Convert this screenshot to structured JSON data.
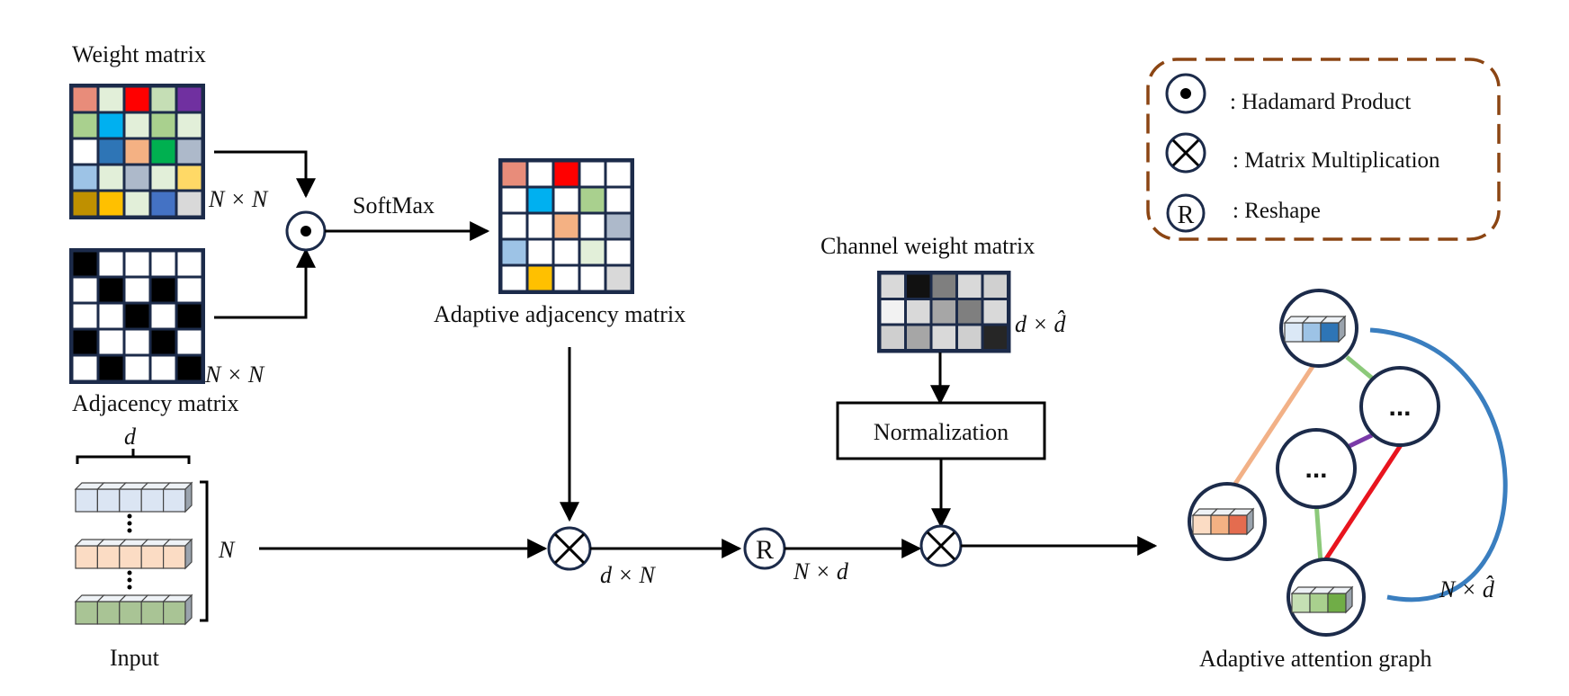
{
  "labels": {
    "weight_matrix": "Weight matrix",
    "adjacency_matrix": "Adjacency matrix",
    "adaptive_adjacency_matrix": "Adaptive adjacency matrix",
    "channel_weight_matrix": "Channel weight matrix",
    "softmax": "SoftMax",
    "normalization": "Normalization",
    "input": "Input",
    "adaptive_attention_graph": "Adaptive attention graph"
  },
  "dims": {
    "weight": "N × N",
    "adjacency": "N × N",
    "input_width": "d",
    "input_height": "N",
    "after_matmul": "d × N",
    "after_reshape": "N × d",
    "channel": "d × d̂",
    "graph": "N × d̂"
  },
  "legend": {
    "hadamard": ": Hadamard Product",
    "matmul": ": Matrix Multiplication",
    "reshape": ": Reshape",
    "reshape_symbol": "R"
  },
  "graph_nodes": {
    "ellipsis": "..."
  },
  "colors": {
    "grid_border": "#1c2b4a",
    "legend_border": "#8b4513",
    "edge_blue": "#3a7ebf",
    "edge_green": "#8cc97a",
    "edge_purple": "#7a3aa8",
    "edge_red": "#e8141e",
    "edge_orange": "#f2b187"
  },
  "matrices": {
    "weight": [
      [
        "#e88c7a",
        "#e2efd9",
        "#ff0000",
        "#c5deb5",
        "#7030a0"
      ],
      [
        "#a9d08e",
        "#00b0f0",
        "#e2efd9",
        "#a9d08e",
        "#e2efd9"
      ],
      [
        "#ffffff",
        "#2e75b6",
        "#f4b183",
        "#00b050",
        "#adb9ca"
      ],
      [
        "#9dc3e6",
        "#e2efd9",
        "#adb9ca",
        "#e2efd9",
        "#ffd966"
      ],
      [
        "#bf9000",
        "#ffc000",
        "#e2efd9",
        "#4472c4",
        "#d9d9d9"
      ]
    ],
    "adjacency": [
      [
        "#000000",
        "#ffffff",
        "#ffffff",
        "#ffffff",
        "#ffffff"
      ],
      [
        "#ffffff",
        "#000000",
        "#ffffff",
        "#000000",
        "#ffffff"
      ],
      [
        "#ffffff",
        "#ffffff",
        "#000000",
        "#ffffff",
        "#000000"
      ],
      [
        "#000000",
        "#ffffff",
        "#ffffff",
        "#000000",
        "#ffffff"
      ],
      [
        "#ffffff",
        "#000000",
        "#ffffff",
        "#ffffff",
        "#000000"
      ]
    ],
    "adaptive": [
      [
        "#e88c7a",
        "#ffffff",
        "#ff0000",
        "#ffffff",
        "#ffffff"
      ],
      [
        "#ffffff",
        "#00b0f0",
        "#ffffff",
        "#a9d08e",
        "#ffffff"
      ],
      [
        "#ffffff",
        "#ffffff",
        "#f4b183",
        "#ffffff",
        "#adb9ca"
      ],
      [
        "#9dc3e6",
        "#ffffff",
        "#ffffff",
        "#e2efd9",
        "#ffffff"
      ],
      [
        "#ffffff",
        "#ffc000",
        "#ffffff",
        "#ffffff",
        "#d9d9d9"
      ]
    ],
    "channel": [
      [
        "#d9d9d9",
        "#111111",
        "#7f7f7f",
        "#d9d9d9",
        "#d0d0d0"
      ],
      [
        "#f2f2f2",
        "#d9d9d9",
        "#a6a6a6",
        "#7f7f7f",
        "#d9d9d9"
      ],
      [
        "#cfcfcf",
        "#a6a6a6",
        "#d9d9d9",
        "#cfcfcf",
        "#262626"
      ]
    ]
  }
}
